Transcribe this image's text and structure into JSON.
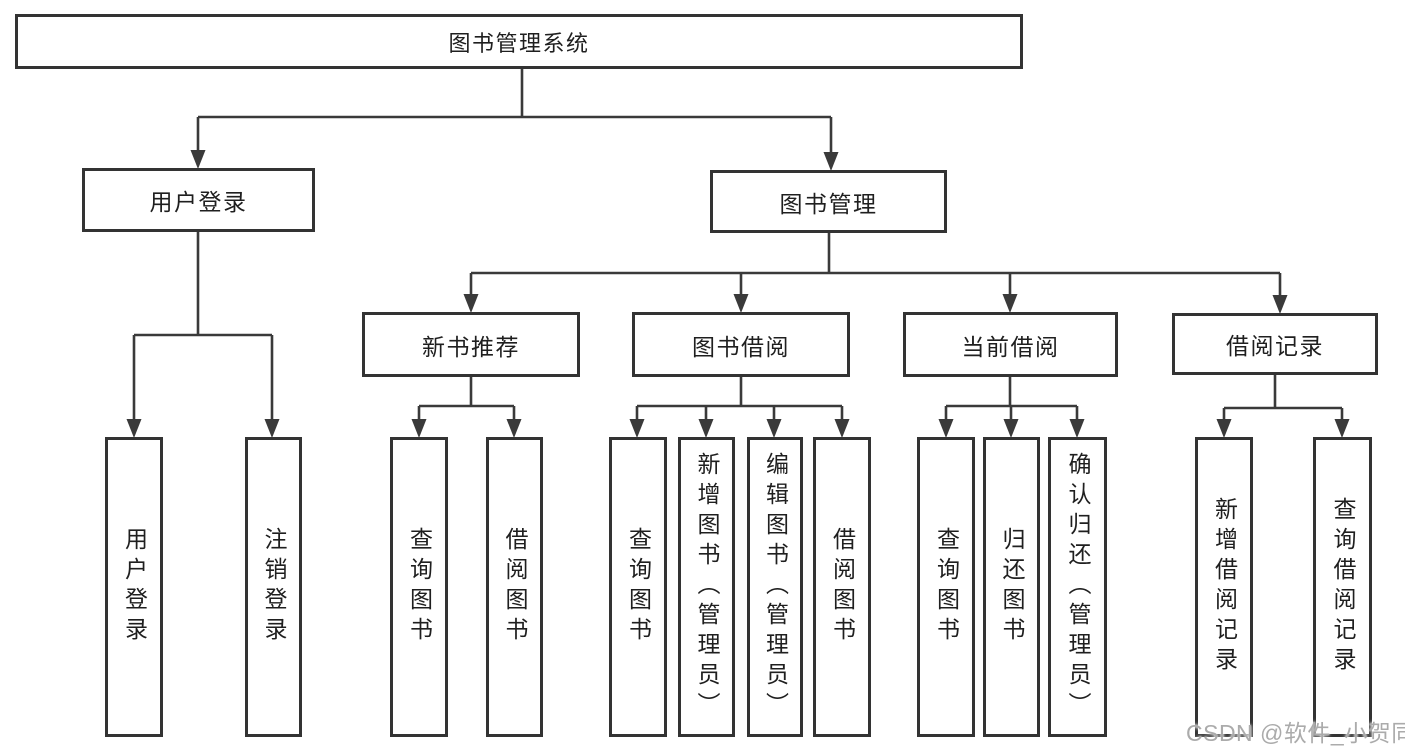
{
  "title": "图书管理系统",
  "branches": {
    "user_login": {
      "label": "用户登录",
      "children": [
        {
          "label": "用户登录"
        },
        {
          "label": "注销登录"
        }
      ]
    },
    "book_management": {
      "label": "图书管理",
      "children": {
        "new_books": {
          "label": "新书推荐",
          "children": [
            {
              "label": "查询图书"
            },
            {
              "label": "借阅图书"
            }
          ]
        },
        "book_borrow": {
          "label": "图书借阅",
          "children": [
            {
              "label": "查询图书"
            },
            {
              "label": "新增图书（管理员）"
            },
            {
              "label": "编辑图书（管理员）"
            },
            {
              "label": "借阅图书"
            }
          ]
        },
        "current_borrow": {
          "label": "当前借阅",
          "children": [
            {
              "label": "查询图书"
            },
            {
              "label": "归还图书"
            },
            {
              "label": "确认归还（管理员）"
            }
          ]
        },
        "borrow_records": {
          "label": "借阅记录",
          "children": [
            {
              "label": "新增借阅记录"
            },
            {
              "label": "查询借阅记录"
            }
          ]
        }
      }
    }
  },
  "watermark": "CSDN @软件_小贺同学",
  "colors": {
    "line": "#3a3a3a",
    "border": "#333333",
    "text": "#1f1f1f",
    "watermark": "#ababab",
    "background": "#ffffff"
  }
}
